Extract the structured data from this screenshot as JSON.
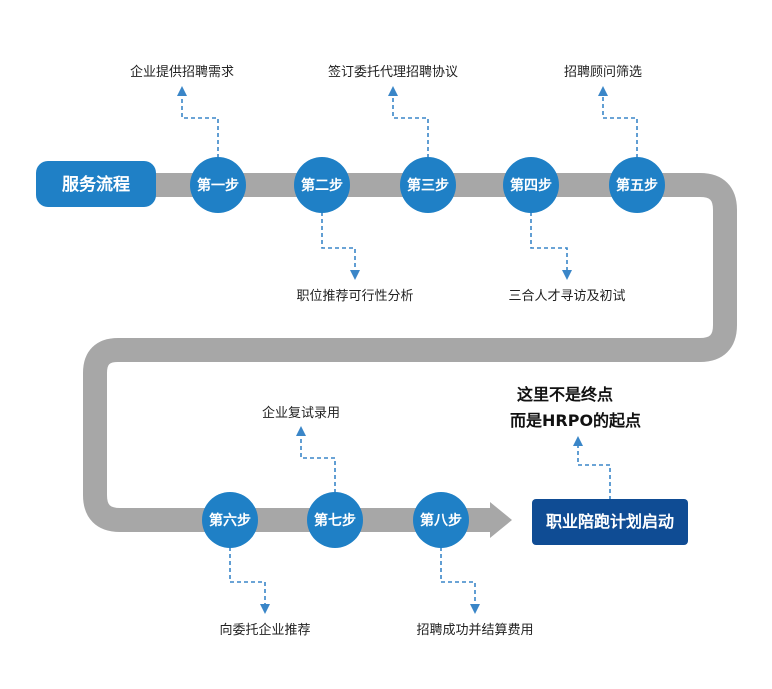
{
  "colors": {
    "track": "#a7a7a7",
    "step_circle": "#1f80c6",
    "start_box": "#1f80c6",
    "end_box": "#0f4c94",
    "connector": "#3a86c8"
  },
  "start_label": "服务流程",
  "end_label": "职业陪跑计划启动",
  "slogan": {
    "line1": "这里不是终点",
    "line2": "而是HRPO的起点"
  },
  "steps": [
    {
      "label": "第一步",
      "note": "企业提供招聘需求"
    },
    {
      "label": "第二步",
      "note": "职位推荐可行性分析"
    },
    {
      "label": "第三步",
      "note": "签订委托代理招聘协议"
    },
    {
      "label": "第四步",
      "note": "三合人才寻访及初试"
    },
    {
      "label": "第五步",
      "note": "招聘顾问筛选"
    },
    {
      "label": "第六步",
      "note": "向委托企业推荐"
    },
    {
      "label": "第七步",
      "note": "企业复试录用"
    },
    {
      "label": "第八步",
      "note": "招聘成功并结算费用"
    }
  ]
}
